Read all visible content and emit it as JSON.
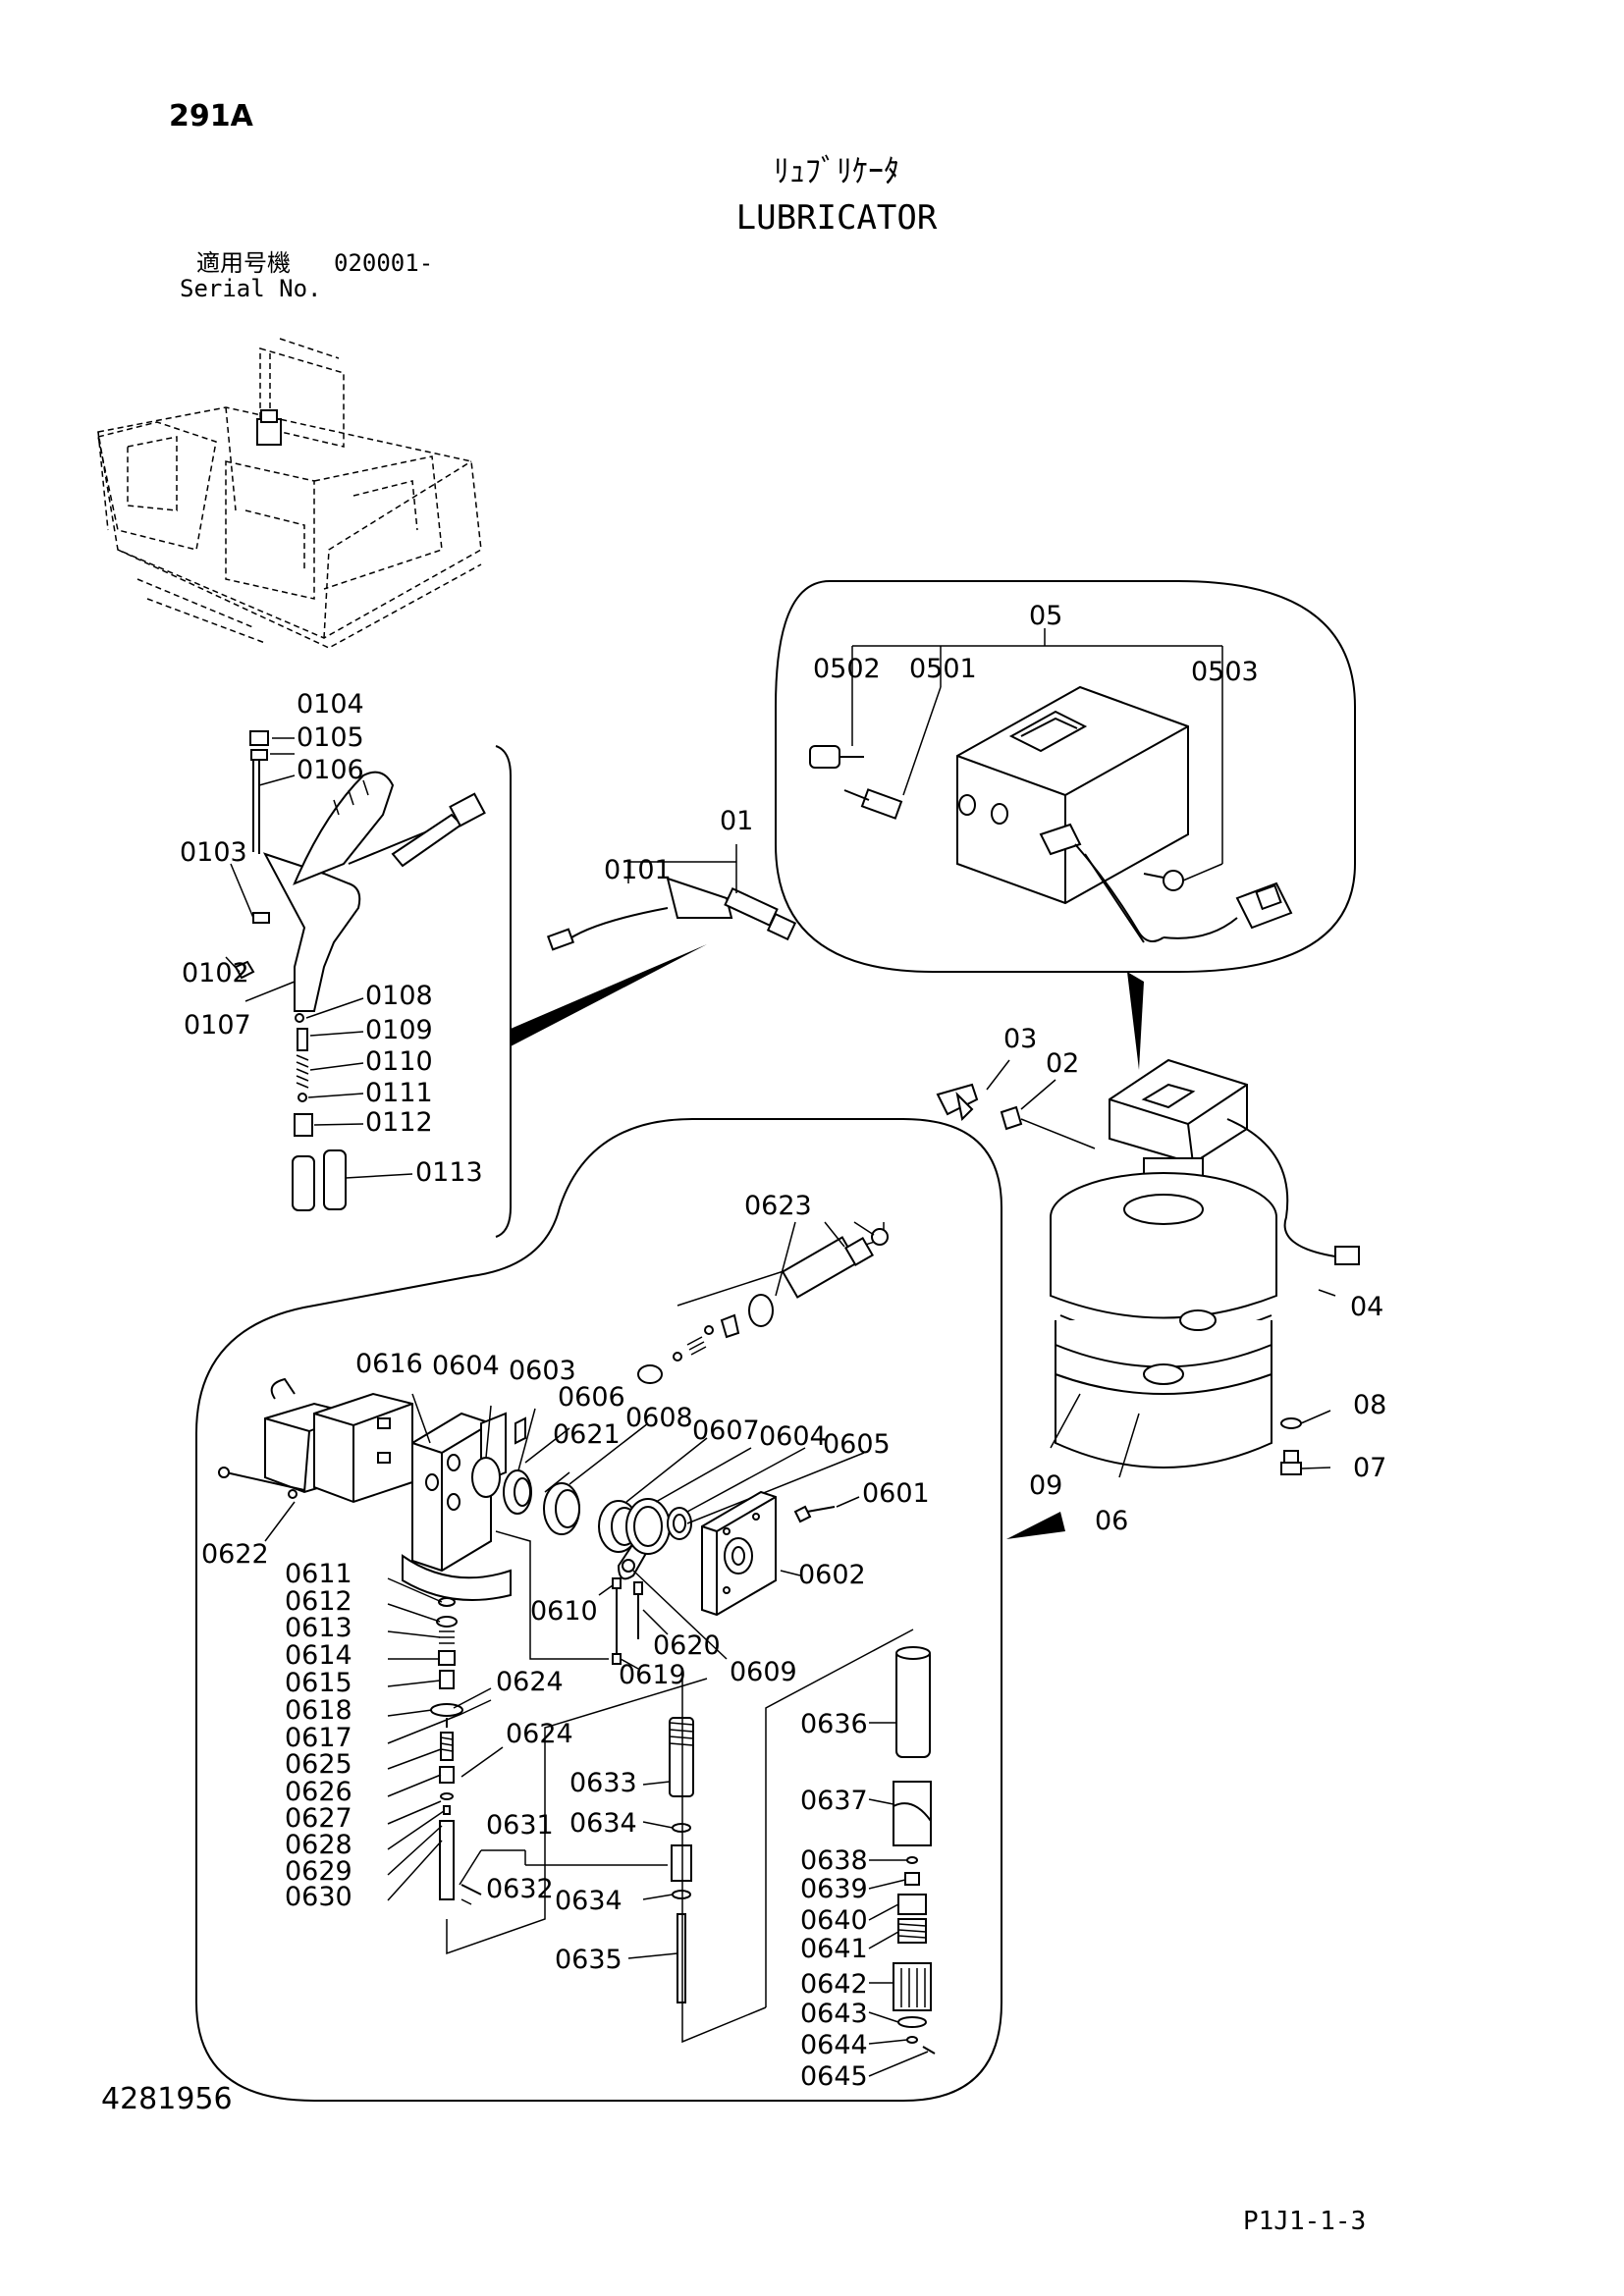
{
  "header": {
    "page_id": "291A",
    "title_jp": "ﾘｭﾌﾞﾘｹｰﾀ",
    "title_en": "LUBRICATOR",
    "serial_label_jp": "適用号機",
    "serial_value": "020001-",
    "serial_label_en": "Serial No."
  },
  "footer": {
    "doc_number": "4281956",
    "page_ref": "P1J1-1-3"
  },
  "callouts": {
    "c01": "01",
    "c0101": "0101",
    "c0102": "0102",
    "c0103": "0103",
    "c0104": "0104",
    "c0105": "0105",
    "c0106": "0106",
    "c0107": "0107",
    "c0108": "0108",
    "c0109": "0109",
    "c0110": "0110",
    "c0111": "0111",
    "c0112": "0112",
    "c0113": "0113",
    "c02": "02",
    "c03": "03",
    "c04": "04",
    "c05": "05",
    "c0501": "0501",
    "c0502": "0502",
    "c0503": "0503",
    "c06": "06",
    "c07": "07",
    "c08": "08",
    "c09": "09",
    "c0601": "0601",
    "c0602": "0602",
    "c0603": "0603",
    "c0604a": "0604",
    "c0604b": "0604",
    "c0605": "0605",
    "c0606": "0606",
    "c0607": "0607",
    "c0608": "0608",
    "c0609": "0609",
    "c0610": "0610",
    "c0611": "0611",
    "c0612": "0612",
    "c0613": "0613",
    "c0614": "0614",
    "c0615": "0615",
    "c0616": "0616",
    "c0617": "0617",
    "c0618": "0618",
    "c0619": "0619",
    "c0620": "0620",
    "c0621": "0621",
    "c0622": "0622",
    "c0623": "0623",
    "c0624a": "0624",
    "c0624b": "0624",
    "c0625": "0625",
    "c0626": "0626",
    "c0627": "0627",
    "c0628": "0628",
    "c0629": "0629",
    "c0630": "0630",
    "c0631": "0631",
    "c0632": "0632",
    "c0633": "0633",
    "c0634a": "0634",
    "c0634b": "0634",
    "c0635": "0635",
    "c0636": "0636",
    "c0637": "0637",
    "c0638": "0638",
    "c0639": "0639",
    "c0640": "0640",
    "c0641": "0641",
    "c0642": "0642",
    "c0643": "0643",
    "c0644": "0644",
    "c0645": "0645"
  }
}
